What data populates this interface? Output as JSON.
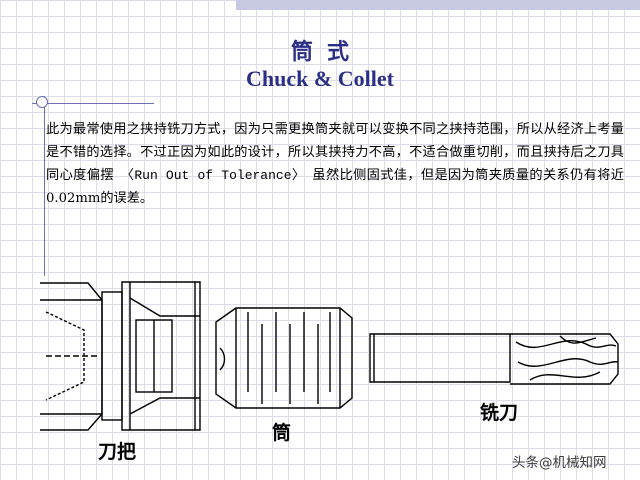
{
  "title": {
    "chinese": "筒式",
    "english": "Chuck & Collet"
  },
  "description": {
    "part1": "此为最常使用之挟持铣刀方式，因为只需更换筒夹就可以变换不同之挟持范围，所以从经济上考量是不错的选择。不过正因为如此的设计，所以其挟持力不高，不适合做重切削，而且挟持后之刀具同心度偏摆　〈",
    "english_term": "Run Out of Tolerance",
    "part2": "〉　虽然比侧固式佳，但是因为筒夹质量的关系仍有将近0.02mm的误差。"
  },
  "labels": {
    "handle": "刀把",
    "collet": "筒",
    "cutter": "铣刀"
  },
  "watermark": "头条@机械知网",
  "colors": {
    "title": "#2b2f86",
    "accent_bar": "#c7c9e3",
    "grid": "#dcdcea",
    "rule_line": "#6e70b6"
  }
}
